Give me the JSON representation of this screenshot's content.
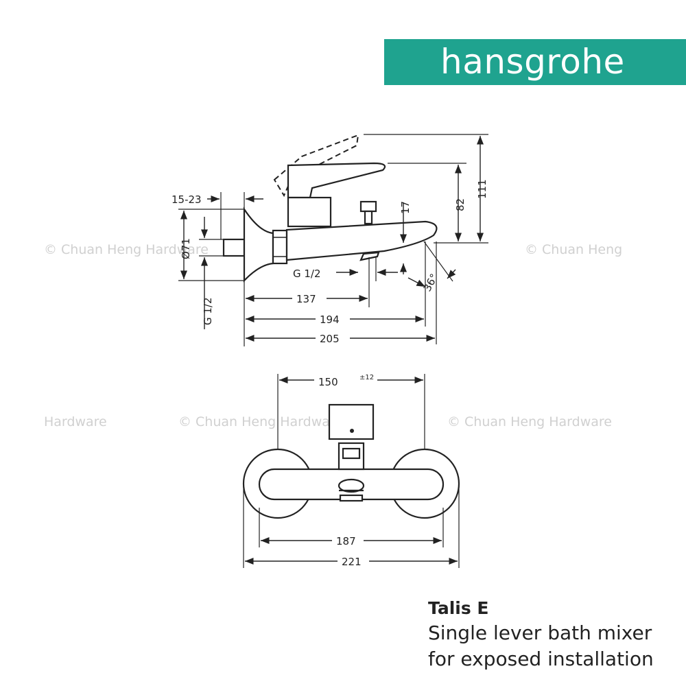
{
  "brand": {
    "name": "hansgrohe",
    "color": "#1fa38f"
  },
  "watermark": {
    "full": "© Chuan Heng Hardware",
    "partial_start": "© Chuan Heng",
    "partial_end": "Hardware"
  },
  "side_view": {
    "dims": {
      "d15_23": "15-23",
      "d71": "Ø71",
      "g_half_vertical": "G 1/2",
      "g_half_horizontal": "G 1/2",
      "d17": "17",
      "d82": "82",
      "d111": "111",
      "d36": "36°",
      "d137": "137",
      "d194": "194",
      "d205": "205"
    }
  },
  "front_view": {
    "dims": {
      "d150": "150",
      "tolerance": "±12",
      "d187": "187",
      "d221": "221"
    }
  },
  "product": {
    "model": "Talis E",
    "line1": "Single lever bath mixer",
    "line2": "for exposed installation"
  }
}
